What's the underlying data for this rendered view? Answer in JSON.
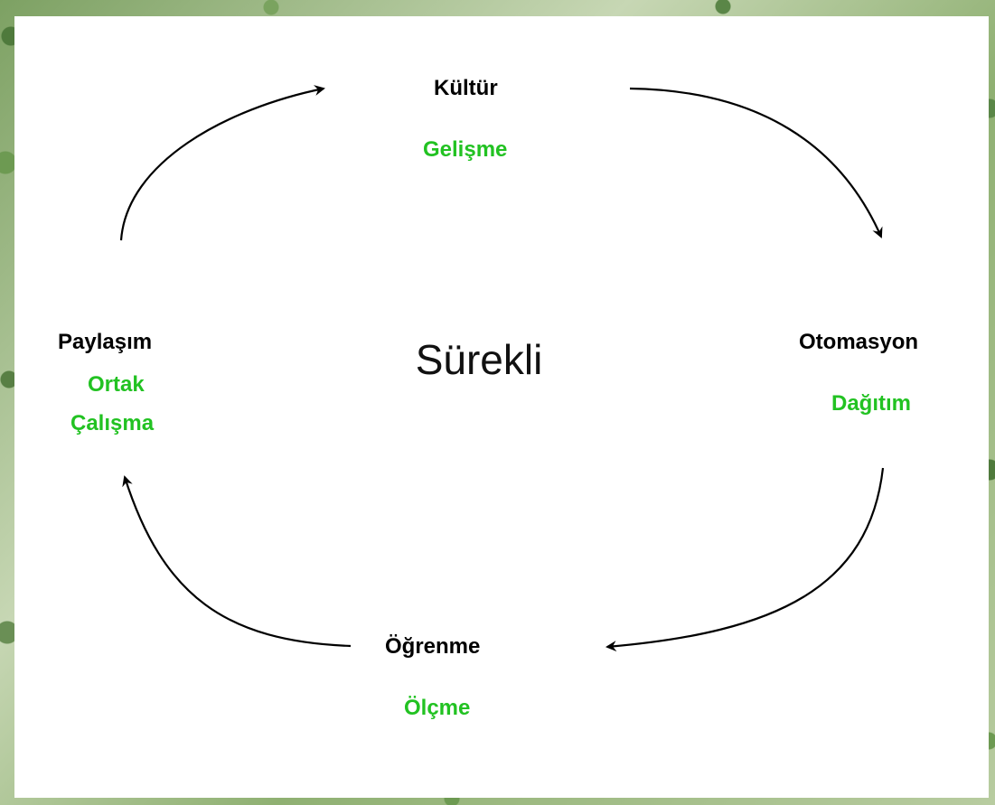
{
  "diagram": {
    "center": "Sürekli",
    "nodes": {
      "top": {
        "title": "Kültür",
        "subtitle": "Gelişme"
      },
      "right": {
        "title": "Otomasyon",
        "subtitle": "Dağıtım"
      },
      "bottom": {
        "title": "Öğrenme",
        "subtitle": "Ölçme"
      },
      "left": {
        "title": "Paylaşım",
        "subtitle_line1": "Ortak",
        "subtitle_line2": "Çalışma"
      }
    },
    "colors": {
      "title": "#000000",
      "subtitle": "#22c222",
      "arrows": "#000000"
    }
  }
}
